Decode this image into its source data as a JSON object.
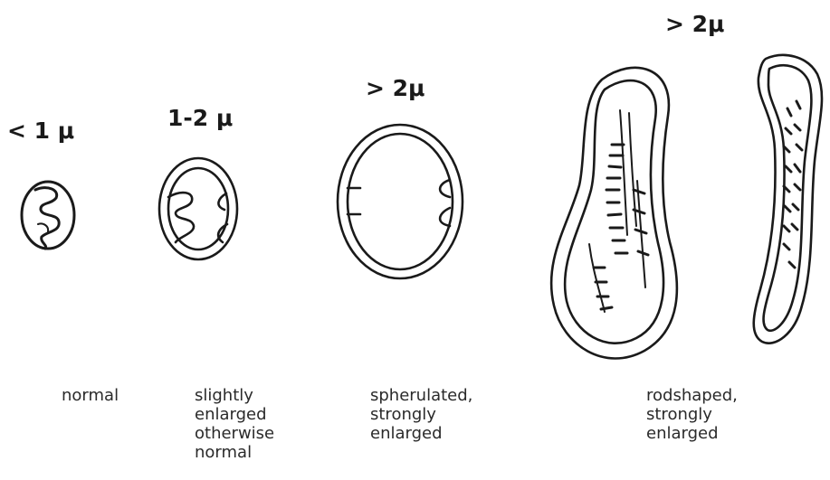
{
  "colors": {
    "ink": "#1a1a1a",
    "background": "#ffffff"
  },
  "figure": {
    "size_labels": {
      "normal": "< 1 μ",
      "slight": "1-2 μ",
      "spherulated": "> 2μ",
      "rodshaped": "> 2μ"
    },
    "captions": {
      "normal": [
        "normal"
      ],
      "slight": [
        "slightly",
        "enlarged",
        "otherwise",
        "normal"
      ],
      "spherulated": [
        "spherulated,",
        "strongly",
        "enlarged"
      ],
      "rodshaped": [
        "rodshaped,",
        "strongly",
        "enlarged"
      ]
    }
  }
}
